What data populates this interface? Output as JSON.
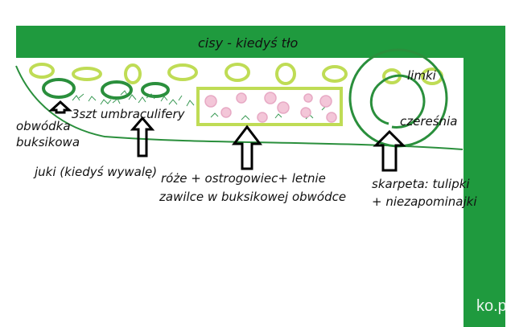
{
  "title": "cisy - kiedyś tło",
  "labels": {
    "limki": "limki",
    "czeresnia": "czereśnia",
    "umbraculifery": "3szt umbraculifery",
    "obwodka_line1": "obwódka",
    "obwodka_line2": "buksikowa",
    "juki": "juki (kiedyś wywalę)",
    "roze_line1": "róże + ostrogowiec+ letnie",
    "roze_line2": "zawilce w buksikowej obwódce",
    "skarpeta_line1": "skarpeta: tulipki",
    "skarpeta_line2": "+ niezapominajki"
  },
  "watermark": "ko.p",
  "colors": {
    "hedge": "#1f9a3e",
    "lime": "#bfdc55",
    "dark_green": "#2a8f3c",
    "rose": "#e7a9c4",
    "text": "#111111"
  }
}
